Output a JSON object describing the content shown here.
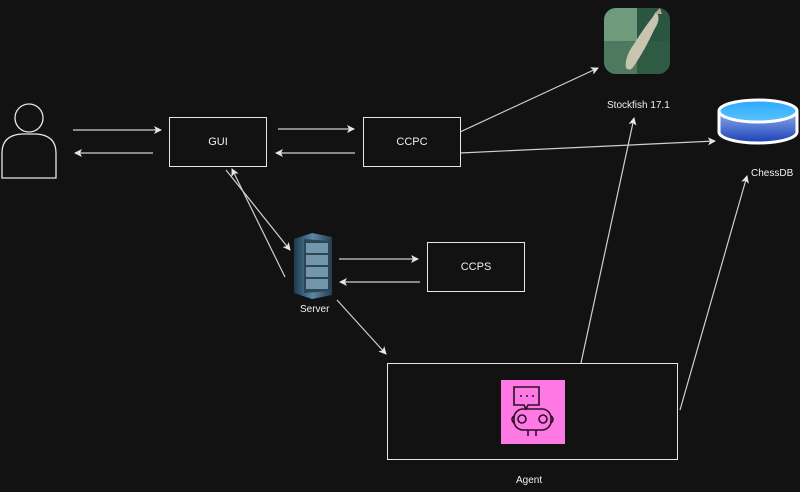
{
  "nodes": {
    "user": {
      "label": ""
    },
    "gui": {
      "label": "GUI"
    },
    "ccpc": {
      "label": "CCPC"
    },
    "ccps": {
      "label": "CCPS"
    },
    "server": {
      "label": "Server"
    },
    "stockfish": {
      "label": "Stockfish 17.1"
    },
    "chessdb": {
      "label": "ChessDB"
    },
    "agent": {
      "label": "Agent"
    }
  },
  "colors": {
    "background": "#121212",
    "line": "#e6e6e6",
    "agent_icon_bg": "#ff79e4",
    "db_top": "#3cb0ff",
    "db_bottom": "#1a3fb5"
  },
  "edges": [
    {
      "from": "user",
      "to": "gui"
    },
    {
      "from": "gui",
      "to": "user"
    },
    {
      "from": "gui",
      "to": "ccpc"
    },
    {
      "from": "ccpc",
      "to": "gui"
    },
    {
      "from": "ccpc",
      "to": "stockfish"
    },
    {
      "from": "ccpc",
      "to": "chessdb"
    },
    {
      "from": "gui",
      "to": "server"
    },
    {
      "from": "server",
      "to": "gui"
    },
    {
      "from": "server",
      "to": "ccps"
    },
    {
      "from": "ccps",
      "to": "server"
    },
    {
      "from": "server",
      "to": "agent"
    },
    {
      "from": "agent",
      "to": "stockfish"
    },
    {
      "from": "agent",
      "to": "chessdb"
    }
  ]
}
